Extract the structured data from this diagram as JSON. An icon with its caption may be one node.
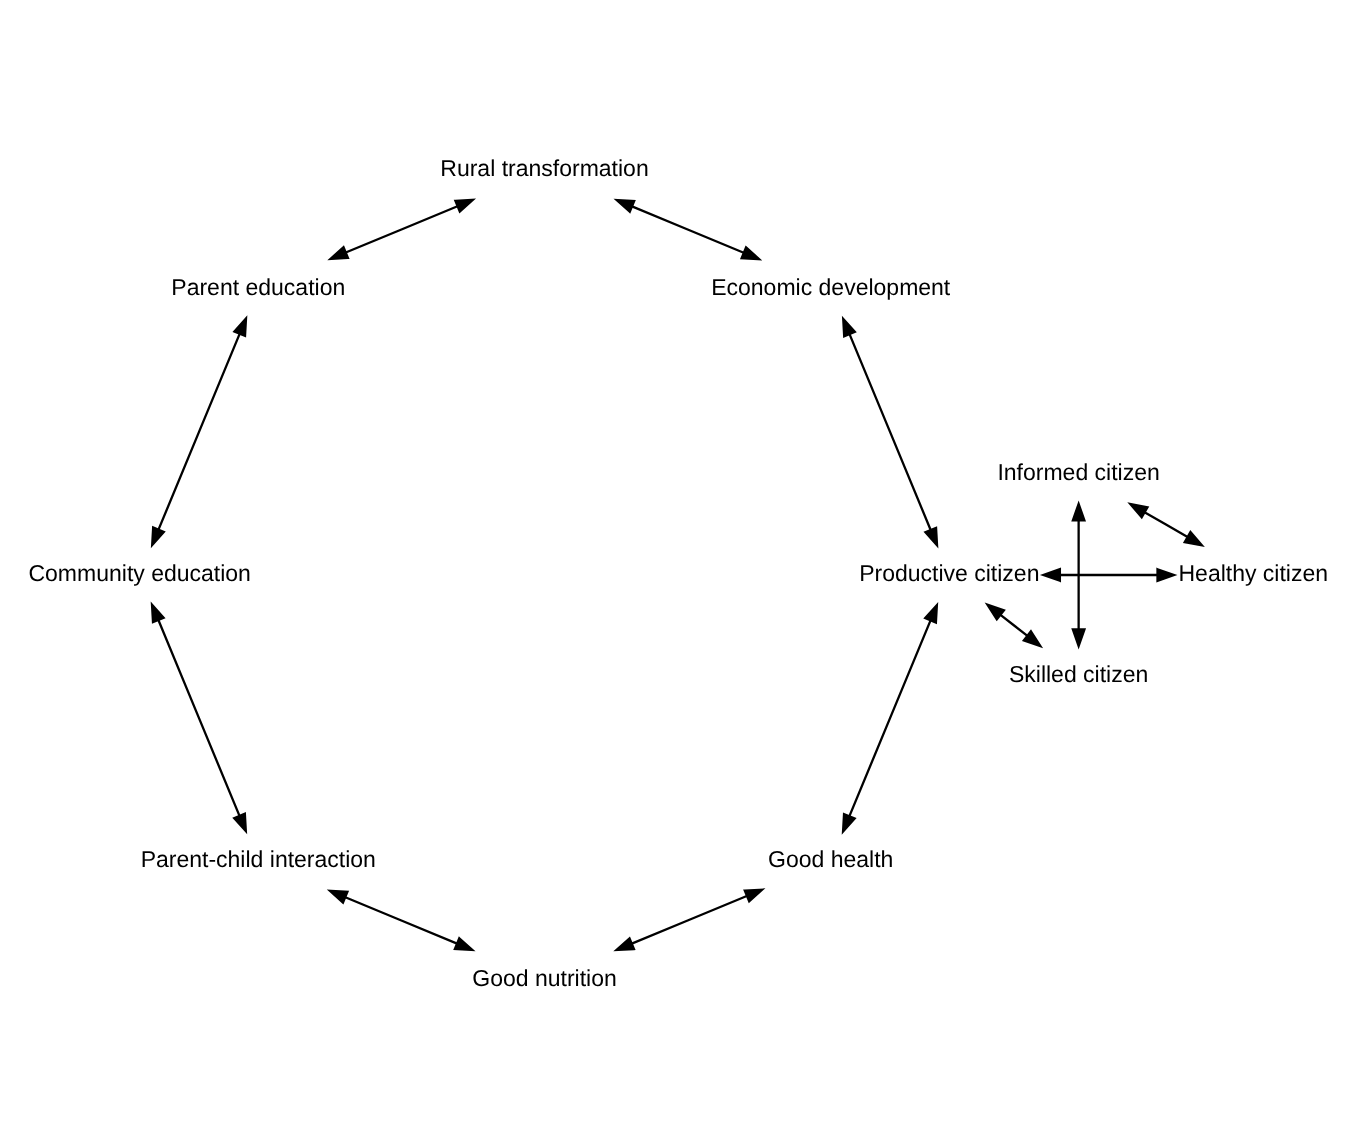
{
  "diagram": {
    "nodes": [
      {
        "text": [
          "Productive citizen"
        ]
      },
      {
        "text": [
          "Good health"
        ]
      },
      {
        "text": [
          "Good nutrition"
        ]
      },
      {
        "text": [
          "Parent-child interaction"
        ]
      },
      {
        "text": [
          "Community education"
        ]
      },
      {
        "text": [
          "Parent education"
        ]
      },
      {
        "text": [
          "Rural transformation"
        ]
      },
      {
        "text": [
          "Economic development"
        ]
      },
      {
        "text": [
          "Skilled citizen"
        ]
      },
      {
        "text": [
          "Healthy citizen"
        ]
      },
      {
        "text": [
          "Informed citizen"
        ]
      }
    ],
    "edges": [
      {
        "from": 0,
        "to": 1,
        "arrow": "both"
      },
      {
        "from": 1,
        "to": 2,
        "arrow": "both"
      },
      {
        "from": 2,
        "to": 3,
        "arrow": "both"
      },
      {
        "from": 3,
        "to": 4,
        "arrow": "both"
      },
      {
        "from": 4,
        "to": 5,
        "arrow": "both"
      },
      {
        "from": 5,
        "to": 6,
        "arrow": "both"
      },
      {
        "from": 6,
        "to": 7,
        "arrow": "both"
      },
      {
        "from": 7,
        "to": 0,
        "arrow": "both"
      },
      {
        "from": 0,
        "to": 8,
        "arrow": "both"
      },
      {
        "from": 0,
        "to": 9,
        "arrow": "both"
      },
      {
        "from": 9,
        "to": 10,
        "arrow": "both"
      },
      {
        "from": 10,
        "to": 8,
        "arrow": "both"
      }
    ]
  }
}
